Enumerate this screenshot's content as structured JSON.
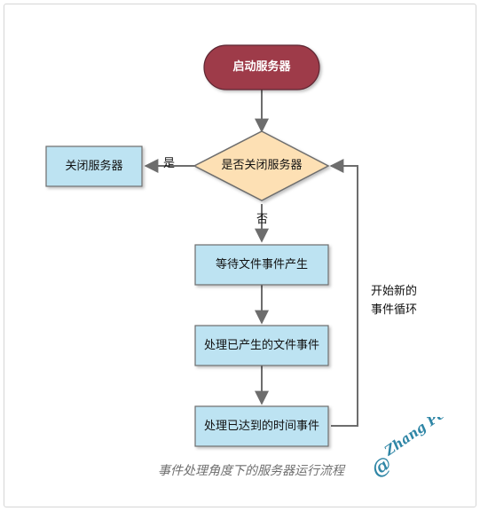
{
  "nodes": {
    "start": "启动服务器",
    "decision": "是否关闭服务器",
    "close": "关闭服务器",
    "wait": "等待文件事件产生",
    "handle_file": "处理已产生的文件事件",
    "handle_time": "处理已达到的时间事件"
  },
  "edges": {
    "yes": "是",
    "no": "否",
    "loop_line1": "开始新的",
    "loop_line2": "事件循环"
  },
  "caption": "事件处理角度下的服务器运行流程",
  "watermark": {
    "at": "@",
    "text": "Zhang Peng"
  },
  "colors": {
    "start_fill": "#9e3b4a",
    "decision_fill": "#fde0b4",
    "process_fill": "#bde3f2",
    "arrow": "#6d6d6d"
  }
}
